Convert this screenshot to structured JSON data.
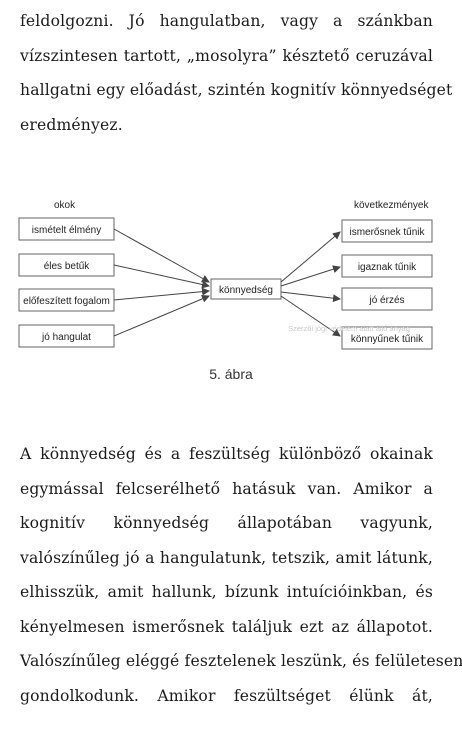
{
  "paragraph_top": [
    "feldolgozni. Jó hangulatban, vagy a szánkban",
    "vízszintesen tartott, „mosolyra” késztető ceruzával",
    "hallgatni egy előadást, szintén kognitív könnyedséget",
    "eredményez."
  ],
  "diagram": {
    "left_heading": "okok",
    "right_heading": "következmények",
    "causes": [
      "ismételt élmény",
      "éles betűk",
      "előfeszített fogalom",
      "jó hangulat"
    ],
    "center": "könnyedség",
    "effects": [
      "ismerősnek tűnik",
      "igaznak tűnik",
      "jó érzés",
      "könnyűnek tűnik"
    ],
    "watermark": "Szerzői jogi védelem alatt álló anyag"
  },
  "caption": "5. ábra",
  "paragraph_bottom": [
    "A könnyedség és a feszültség különböző okainak",
    "egymással felcserélhető hatásuk van. Amikor a",
    "kognitív könnyedség állapotában vagyunk,",
    "valószínűleg jó a hangulatunk, tetszik, amit látunk,",
    "elhisszük, amit hallunk, bízunk intuícióinkban, és",
    "kényelmesen ismerősnek találjuk ezt az állapotot.",
    "Valószínűleg eléggé fesztelenek leszünk, és felületesen",
    "gondolkodunk. Amikor feszültséget élünk át,"
  ]
}
